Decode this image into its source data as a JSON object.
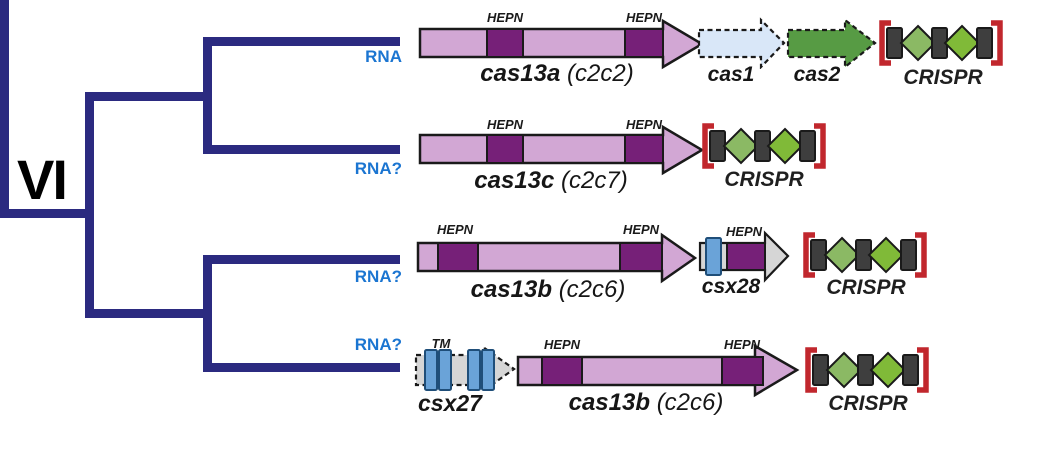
{
  "figure": {
    "clade_label": "VI",
    "crispr_array_pattern": [
      "repeat",
      "spacer",
      "repeat",
      "spacer",
      "repeat"
    ]
  },
  "colors": {
    "tree": "#2b2a80",
    "target_label": "#1b75d1",
    "gene_body": "#d2a7d4",
    "hepn_domain": "#762078",
    "cas1_fill": "#d9e7f8",
    "cas2_fill": "#579b44",
    "csx_gray": "#d6d6d6",
    "tm_blue": "#6aa3d8",
    "outline": "#1a1a1a",
    "crispr_bracket": "#c1272d",
    "crispr_repeat": "#3e3e3e",
    "crispr_spacer1": "#8bb964",
    "crispr_spacer2": "#80ba38"
  },
  "rows": [
    {
      "target": "RNA",
      "effector": {
        "name": "cas13a",
        "synonym": "(c2c2)",
        "domains": [
          "HEPN",
          "HEPN"
        ]
      },
      "accessory": [
        {
          "name": "cas1"
        },
        {
          "name": "cas2"
        }
      ],
      "crispr": "CRISPR"
    },
    {
      "target": "RNA?",
      "effector": {
        "name": "cas13c",
        "synonym": "(c2c7)",
        "domains": [
          "HEPN",
          "HEPN"
        ]
      },
      "accessory": [],
      "crispr": "CRISPR"
    },
    {
      "target": "RNA?",
      "effector": {
        "name": "cas13b",
        "synonym": "(c2c6)",
        "domains": [
          "HEPN",
          "HEPN"
        ]
      },
      "accessory": [
        {
          "name": "csx28",
          "domains": [
            "HEPN"
          ]
        }
      ],
      "crispr": "CRISPR"
    },
    {
      "target": "RNA?",
      "effector": {
        "name": "cas13b",
        "synonym": "(c2c6)",
        "domains": [
          "HEPN",
          "HEPN"
        ]
      },
      "accessory": [
        {
          "name": "csx27",
          "domains": [
            "TM"
          ]
        }
      ],
      "crispr": "CRISPR"
    }
  ]
}
